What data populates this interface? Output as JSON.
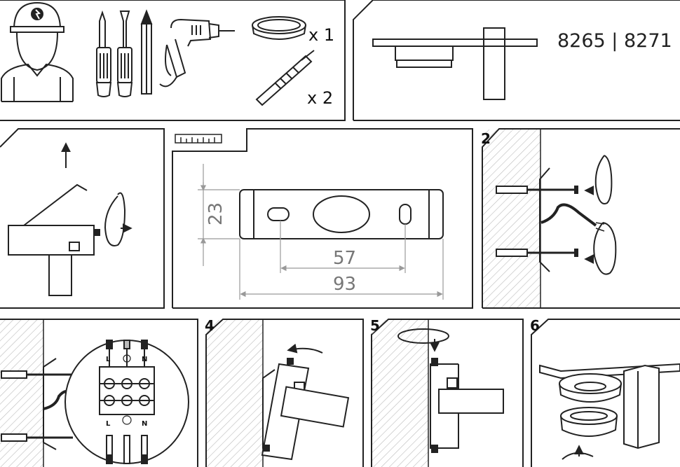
{
  "header": {
    "model_numbers": "8265 | 8271",
    "qty_lamp": "x 1",
    "qty_dowels": "x 2"
  },
  "dimensions": {
    "height": "23",
    "hole_spacing": "57",
    "width": "93"
  },
  "steps": {
    "s2": "2",
    "s4": "4",
    "s5": "5",
    "s6": "6"
  },
  "terminal": {
    "top_l": "L",
    "top_n": "N",
    "bottom_l": "L",
    "bottom_n": "N"
  },
  "colors": {
    "line": "#222222",
    "dim_line": "#999999",
    "hatch": "#bbbbbb"
  }
}
